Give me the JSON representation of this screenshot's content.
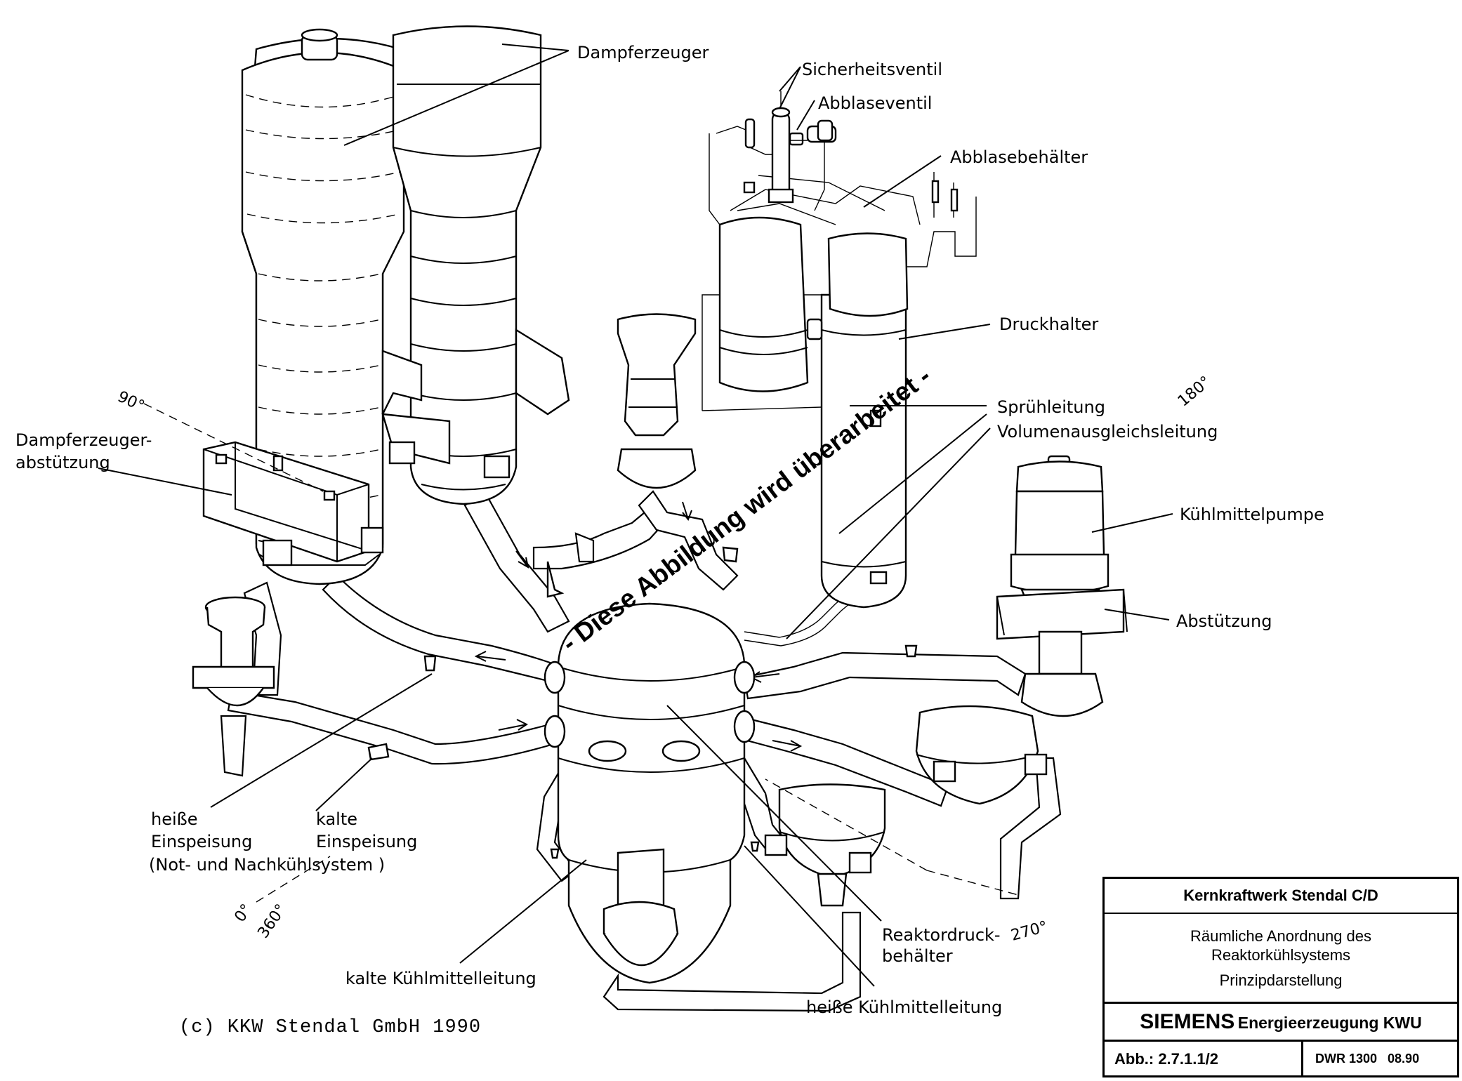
{
  "labels": {
    "dampferzeuger": "Dampferzeuger",
    "sicherheitsventil": "Sicherheitsventil",
    "abblaseventil": "Abblaseventil",
    "abblasebehaelter": "Abblasebehälter",
    "druckhalter": "Druckhalter",
    "spruehleitung": "Sprühleitung",
    "volumenausgleichsleitung": "Volumenausgleichsleitung",
    "kuehlmittelpumpe": "Kühlmittelpumpe",
    "abstuetzung": "Abstützung",
    "dampferzeuger_abstuetzung_1": "Dampferzeuger-",
    "dampferzeuger_abstuetzung_2": "abstützung",
    "heisse_einspeisung_1": "heiße",
    "heisse_einspeisung_2": "Einspeisung",
    "kalte_einspeisung_1": "kalte",
    "kalte_einspeisung_2": "Einspeisung",
    "not_nachkuehlsystem": "(Not- und Nachkühlsystem )",
    "reaktordruckbehaelter_1": "Reaktordruck-",
    "reaktordruckbehaelter_2": "behälter",
    "kalte_kuehlmittelleitung": "kalte Kühlmittelleitung",
    "heisse_kuehlmittelleitung": "heiße Kühlmittelleitung"
  },
  "angles": {
    "deg_90": "90°",
    "deg_180": "180°",
    "deg_270": "270°",
    "deg_0": "0°",
    "deg_360": "360°"
  },
  "watermark": "- Diese Abbildung wird überarbeitet -",
  "copyright": "(c) KKW Stendal GmbH 1990",
  "title_block": {
    "plant": "Kernkraftwerk Stendal C/D",
    "description_line1": "Räumliche Anordnung des",
    "description_line2": "Reaktorkühlsystems",
    "description_line3": "Prinzipdarstellung",
    "company": "SIEMENS",
    "division": "Energieerzeugung KWU",
    "figure_number": "Abb.: 2.7.1.1/2",
    "document_code": "DWR 1300   08.90"
  }
}
